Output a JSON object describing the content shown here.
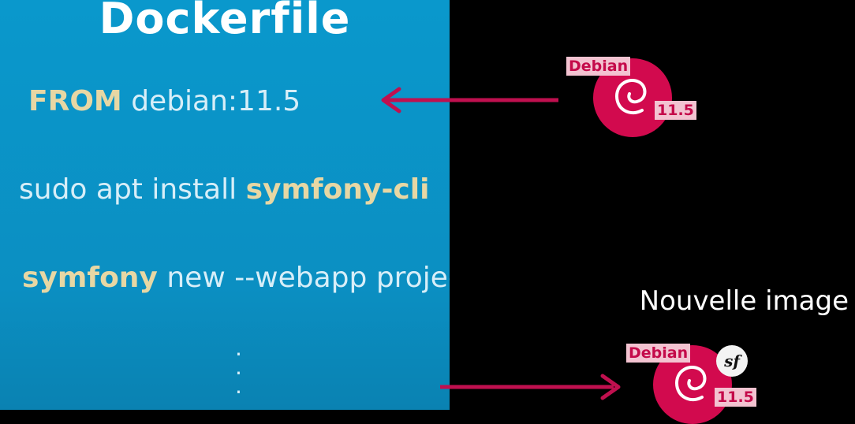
{
  "dockerfile": {
    "title": "Dockerfile",
    "lines": [
      {
        "kw": "FROM",
        "rest": " debian:11.5"
      },
      {
        "pre": "sudo apt install ",
        "kw": "symfony-cli"
      },
      {
        "kw": "symfony",
        "rest": " new --webapp project"
      }
    ],
    "ellipsis": ". . ."
  },
  "base_image": {
    "label": "Debian",
    "version": "11.5",
    "icon": "debian-swirl-icon"
  },
  "new_image": {
    "caption": "Nouvelle image",
    "label": "Debian",
    "version": "11.5",
    "icon": "debian-swirl-icon",
    "extra_icon": "symfony-logo-icon",
    "extra_text": "sf"
  },
  "colors": {
    "panel": "#0a98cc",
    "keyword": "#e7d7a4",
    "arrow": "#c0104f",
    "debian": "#d20a4e"
  }
}
